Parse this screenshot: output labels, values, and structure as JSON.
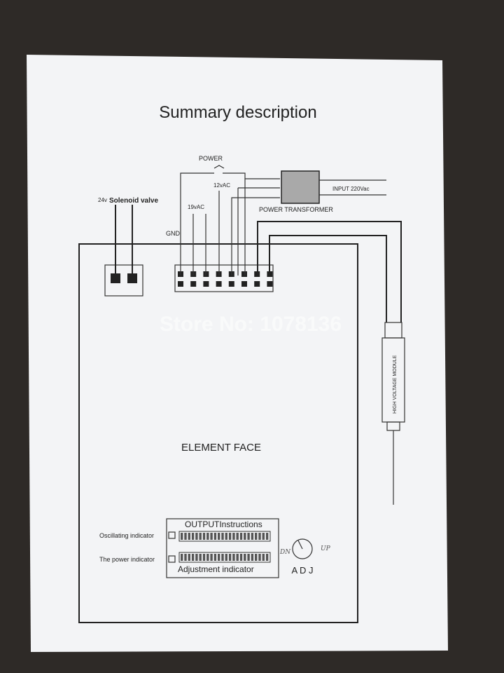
{
  "title": "Summary description",
  "labels": {
    "power": "POWER",
    "v12": "12vAC",
    "v19": "19vAC",
    "gnd": "GND",
    "solenoid_voltage": "24v",
    "solenoid": "Solenoid valve",
    "transformer": "POWER TRANSFORMER",
    "input": "INPUT 220Vac",
    "hv_module": "HIGH VOLTAGE MODULE",
    "element_face": "ELEMENT FACE",
    "output_instructions": "OUTPUTInstructions",
    "adjustment_indicator": "Adjustment indicator",
    "oscillating_indicator": "Oscillating indicator",
    "power_indicator": "The power indicator",
    "adj": "A D J",
    "dn": "DN",
    "up": "UP",
    "watermark": "Store No: 1078136"
  },
  "terminal_count": 8,
  "led_segments_per_bar": 24,
  "colors": {
    "paper": "#f3f4f6",
    "ink": "#222222",
    "background": "#2e2a27"
  }
}
